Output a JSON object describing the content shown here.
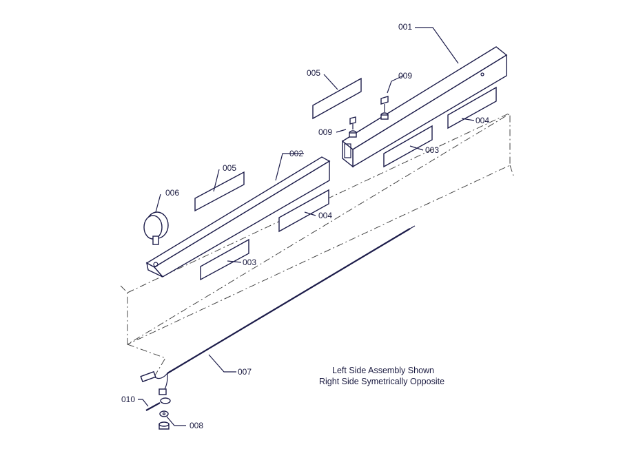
{
  "callouts": {
    "c001": "001",
    "c002": "002",
    "c003a": "003",
    "c003b": "003",
    "c004a": "004",
    "c004b": "004",
    "c005a": "005",
    "c005b": "005",
    "c006": "006",
    "c007": "007",
    "c008": "008",
    "c009a": "009",
    "c009b": "009",
    "c010": "010"
  },
  "note": {
    "line1": "Left Side Assembly Shown",
    "line2": "Right Side Symetrically Opposite"
  },
  "colors": {
    "line": "#1c1c4a",
    "text": "#1a1a40"
  }
}
